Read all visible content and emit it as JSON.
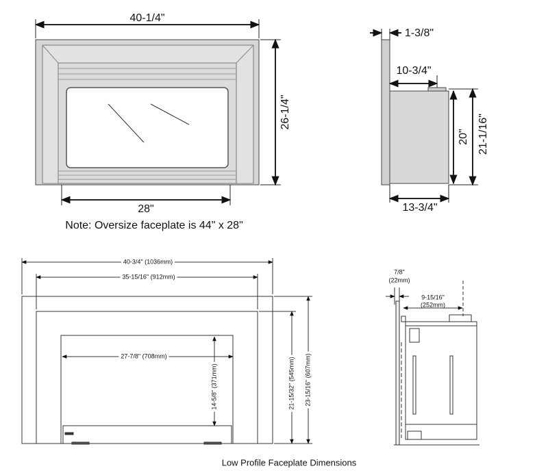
{
  "front_view": {
    "width": "40-1/4\"",
    "height": "26-1/4\"",
    "opening_width": "28\"",
    "note": "Note: Oversize faceplate is 44\" x 28\""
  },
  "side_view": {
    "faceplate_depth": "1-3/8\"",
    "top_depth": "10-3/4\"",
    "body_height": "20\"",
    "overall_height": "21-1/16\"",
    "bottom_depth": "13-3/4\""
  },
  "low_profile_front": {
    "outer_width": "40-3/4\" (1036mm)",
    "inner_width": "35-15/16\" (912mm)",
    "opening_width": "27-7/8\" (708mm)",
    "opening_height": "14-5/8\" (371mm)",
    "inner_height": "21-15/32\" (545mm)",
    "outer_height": "23-15/16\" (607mm)"
  },
  "low_profile_side": {
    "faceplate_thickness": "7/8\"",
    "faceplate_thickness_mm": "(22mm)",
    "depth": "9-15/16\"",
    "depth_mm": "(252mm)"
  },
  "caption": "Low Profile Faceplate Dimensions"
}
